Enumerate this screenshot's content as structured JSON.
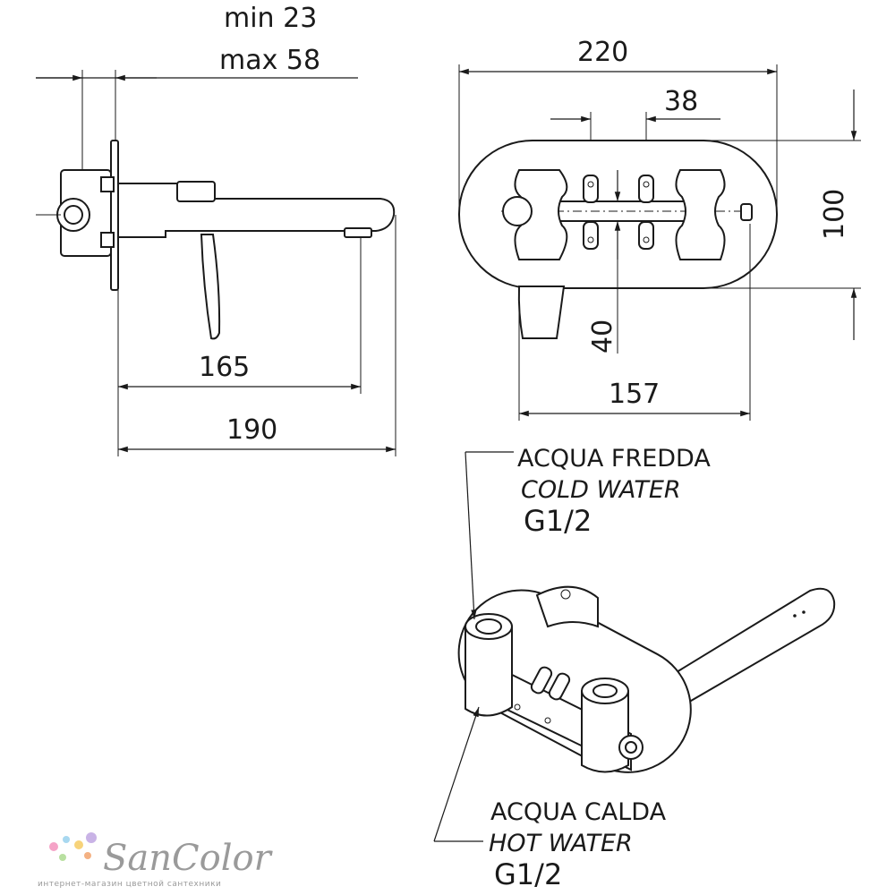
{
  "dimensions": {
    "min_depth": "min 23",
    "max_depth": "max 58",
    "spout_reach": "165",
    "total_reach": "190",
    "plate_width": "220",
    "inlet_spacing": "38",
    "plate_height": "100",
    "handle_offset": "40",
    "body_width": "157"
  },
  "connections": {
    "cold": {
      "it": "ACQUA FREDDA",
      "en": "COLD WATER",
      "thread": "G1/2"
    },
    "hot": {
      "it": "ACQUA CALDA",
      "en": "HOT WATER",
      "thread": "G1/2"
    }
  },
  "watermark": {
    "brand": "SanColor",
    "tagline": "интернет-магазин цветной сантехники",
    "dot_colors": [
      "#f5a3c7",
      "#a8d8f0",
      "#f7d37a",
      "#b8e0a0",
      "#c9b3e6",
      "#f4b183"
    ]
  }
}
